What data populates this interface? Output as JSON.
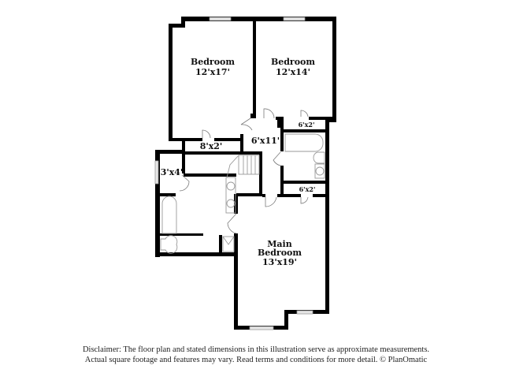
{
  "floorplan": {
    "rooms": [
      {
        "id": "bedroom-1",
        "name": "Bedroom",
        "dims": "12'x17'"
      },
      {
        "id": "bedroom-2",
        "name": "Bedroom",
        "dims": "12'x14'"
      },
      {
        "id": "hallway",
        "name": "",
        "dims": "6'x11'"
      },
      {
        "id": "closet-bedroom-1",
        "name": "",
        "dims": "8'x2'"
      },
      {
        "id": "closet-bedroom-2",
        "name": "",
        "dims": "6'x2'"
      },
      {
        "id": "closet-hall",
        "name": "",
        "dims": "6'x2'"
      },
      {
        "id": "linen",
        "name": "",
        "dims": "3'x4'"
      },
      {
        "id": "main-bedroom",
        "name": "Main Bedroom",
        "name_line1": "Main",
        "name_line2": "Bedroom",
        "dims": "13'x19'"
      }
    ],
    "colors": {
      "wall": "#000000",
      "window": "#e6e6e6",
      "fixture": "#9a9a9a",
      "background": "#ffffff"
    }
  },
  "disclaimer": {
    "line1": "Disclaimer: The floor plan and stated dimensions in this illustration serve as approximate measurements.",
    "line2": "Actual square footage and features may vary. Read terms and conditions for more detail. © PlanOmatic"
  }
}
